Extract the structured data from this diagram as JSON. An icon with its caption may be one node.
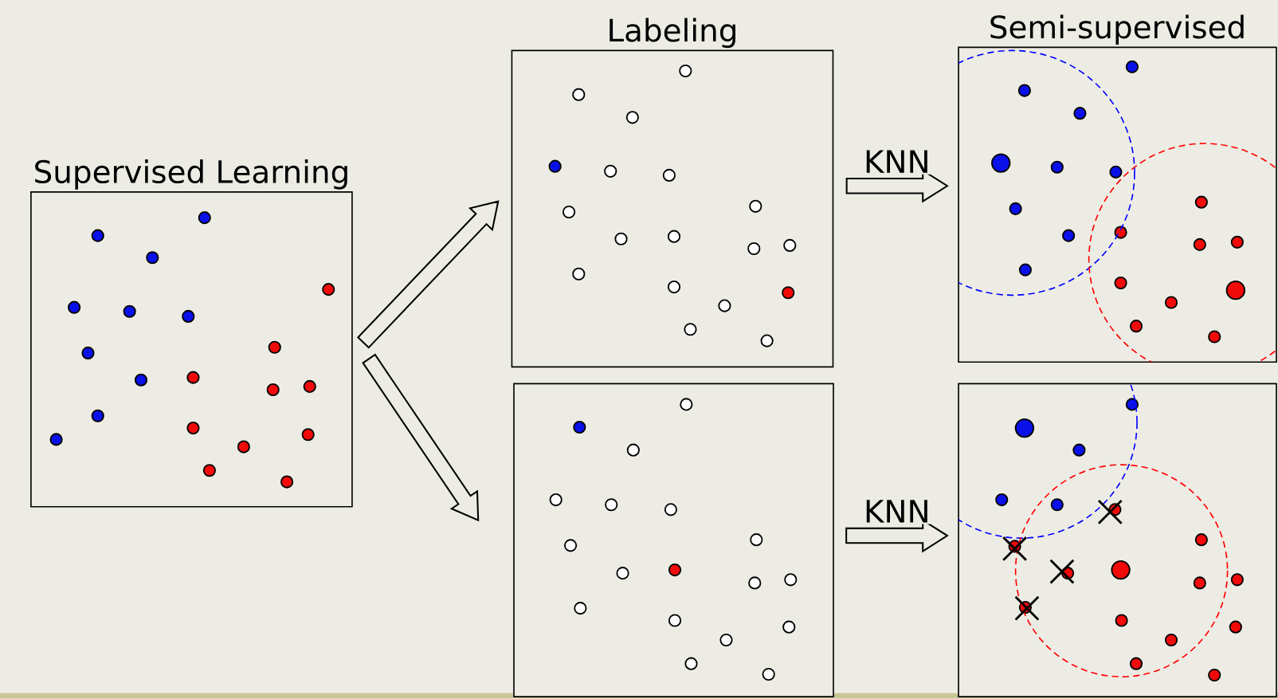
{
  "diagram": {
    "nodes": [
      {
        "text": [
          "Supervised Learning"
        ]
      },
      {
        "text": [
          "Labeling"
        ]
      },
      {
        "text": [],
        "shape": "box"
      },
      {
        "text": [
          "Semi-supervised"
        ]
      },
      {
        "text": [],
        "shape": "box"
      }
    ],
    "edges": [
      {
        "from": 0,
        "to": 1,
        "arrow": "to"
      },
      {
        "from": 0,
        "to": 2,
        "arrow": "to"
      },
      {
        "from": 1,
        "to": 3,
        "arrow": "to",
        "label": "KNN"
      },
      {
        "from": 2,
        "to": 4,
        "arrow": "to",
        "label": "KNN"
      }
    ]
  }
}
